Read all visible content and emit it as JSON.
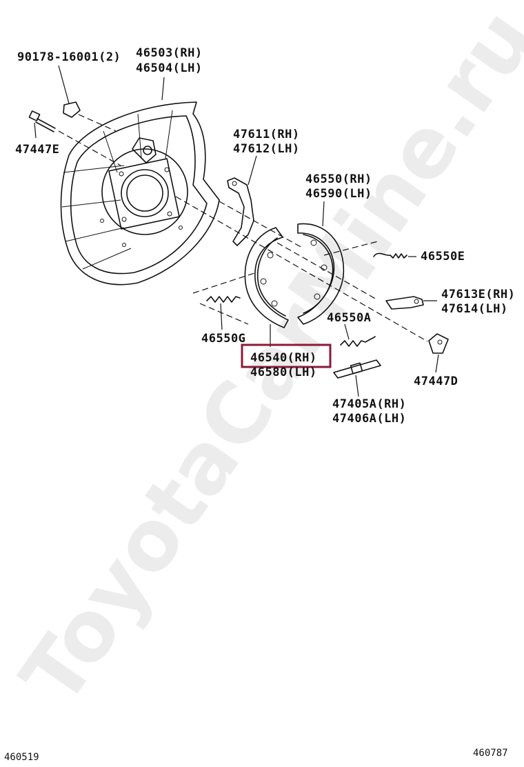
{
  "watermark": "ToyotaCarMine.ru",
  "highlight_color": "#8b1a3a",
  "parts": {
    "bolt_qty": "90178-16001(2)",
    "backing_plate_rh": "46503(RH)",
    "backing_plate_lh": "46504(LH)",
    "bolt": "47447E",
    "lever_rh": "47611(RH)",
    "lever_lh": "47612(LH)",
    "shoe_front_rh": "46550(RH)",
    "shoe_front_lh": "46590(LH)",
    "spring_e": "46550E",
    "strut_rh": "47613E(RH)",
    "strut_lh": "47614(LH)",
    "spring_a": "46550A",
    "spring_g": "46550G",
    "shoe_rear_rh": "46540(RH)",
    "shoe_rear_lh": "46580(LH)",
    "clip": "47447D",
    "adjuster_rh": "47405A(RH)",
    "adjuster_lh": "47406A(LH)"
  },
  "footer": {
    "left_code": "460519",
    "right_code": "460787"
  }
}
